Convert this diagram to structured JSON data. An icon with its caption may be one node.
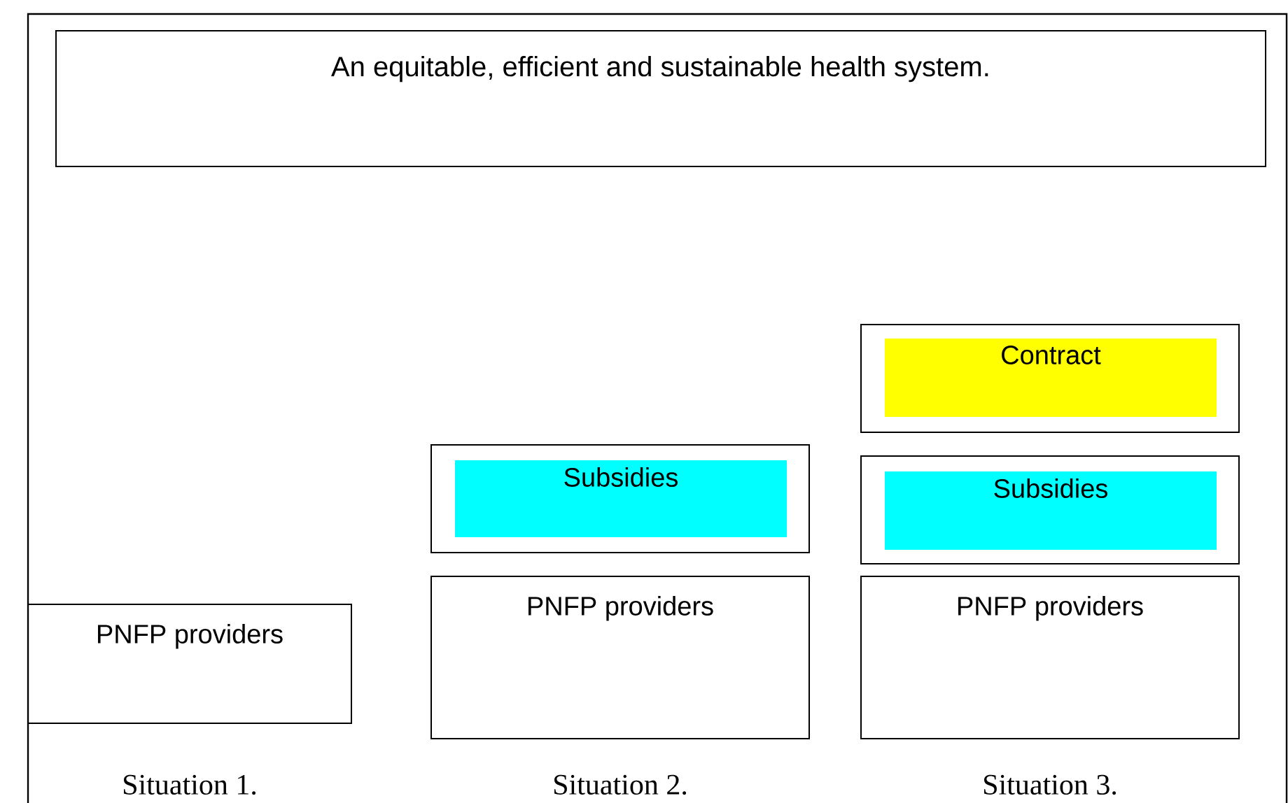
{
  "diagram": {
    "nodes": [
      {
        "text": [
          "An equitable, efficient and sustainable health system."
        ]
      },
      {
        "text": [
          "PNFP providers"
        ],
        "beside": [
          "Situation 1."
        ]
      },
      {
        "text": [],
        "shape": "box"
      },
      {
        "text": [
          "Subsidies"
        ],
        "in": 2
      },
      {
        "text": [
          "PNFP providers"
        ],
        "beside": [
          "Situation 2."
        ]
      },
      {
        "text": [],
        "shape": "box"
      },
      {
        "text": [
          "Contract"
        ],
        "in": 5
      },
      {
        "text": [],
        "shape": "box"
      },
      {
        "text": [
          "Subsidies"
        ],
        "in": 7
      },
      {
        "text": [
          "PNFP providers"
        ],
        "beside": [
          "Situation 3."
        ]
      }
    ]
  }
}
